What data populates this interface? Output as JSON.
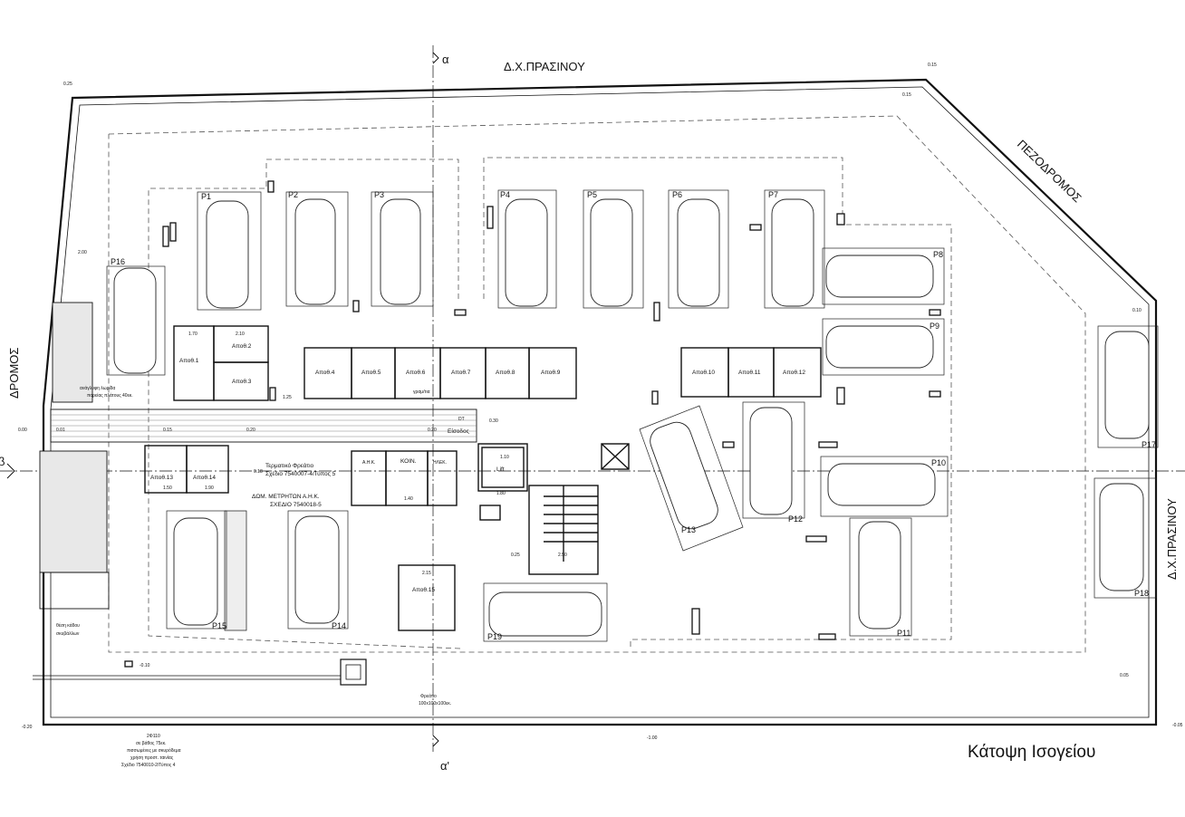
{
  "title": "Κάτοψη Ισογείου",
  "streets": {
    "top": "Δ.Χ.ΠΡΑΣΙΝΟΥ",
    "right": "Δ.Χ.ΠΡΑΣΙΝΟΥ",
    "left": "ΔΡΟΜΟΣ",
    "diagonal": "ΠΕΖΟΔΡΟΜΟΣ"
  },
  "sections": {
    "top": "α",
    "bottom": "α'",
    "left": "β"
  },
  "parking": [
    "P1",
    "P2",
    "P3",
    "P4",
    "P5",
    "P6",
    "P7",
    "P8",
    "P9",
    "P10",
    "P11",
    "P12",
    "P13",
    "P14",
    "P15",
    "P16",
    "P17",
    "P18",
    "P19"
  ],
  "storage": [
    "Αποθ.1",
    "Αποθ.2",
    "Αποθ.3",
    "Αποθ.4",
    "Αποθ.5",
    "Αποθ.6",
    "Αποθ.7",
    "Αποθ.8",
    "Αποθ.9",
    "Αποθ.10",
    "Αποθ.11",
    "Αποθ.12",
    "Αποθ.13",
    "Αποθ.14",
    "Αποθ.15"
  ],
  "rooms": {
    "ahk": "Α.Η.Κ.",
    "koin": "ΚΟΙΝ.",
    "ilek": "ΗΛΕΚ.",
    "lift": "Lift",
    "entrance": "Είσοδος",
    "dt": "DT",
    "mailbox": "γραμ/τια"
  },
  "levels": {
    "tl": "0.25",
    "t1": "0.15",
    "t2": "0.15",
    "r1": "0.10",
    "l1": "0.00",
    "l2": "0.01",
    "l3": "0.15",
    "l4": "0.20",
    "l5": "0.20",
    "e1": "0.30",
    "m1": "0.18",
    "b1": "-0.10",
    "bl": "-0.20",
    "bm": "-1.00",
    "br": "0.05",
    "brr": "-0.05"
  },
  "notes": {
    "planter1": "ανάγλυφη λωρίδα",
    "planter2": "πορείας πλάτους 40εκ.",
    "term1": "Τερματικό Φρεάτιο",
    "term2": "Σχέδιο 7540007-4/Τύπος 5",
    "meter1": "ΔΩΜ. ΜΕΤΡΗΤΩΝ Α.Η.Κ.",
    "meter2": "ΣΧΕΔΙΟ 7540018-5",
    "bin1": "θέση κάδου",
    "bin2": "σκυβάλλων",
    "pit1": "Φρεάτιο",
    "pit2": "100x100x100εκ.",
    "pipe1": "2Φ110",
    "pipe2": "σε βάθος 75εκ.",
    "pipe3": "πισσωμένες με σκυρόδεμα",
    "pipe4": "χρήση προστ. ταινίας",
    "pipe5": "Σχέδιο 7540010-2/Τύπος 4"
  },
  "dims": {
    "d1": "1.70",
    "d2": "2.10",
    "d3": "1.90",
    "d4": "1.40",
    "d5": "2.50",
    "d6": "1.25",
    "d7": "2.00",
    "d8": "0.25",
    "d9": "1.80",
    "d10": "1.10",
    "d11": "2.15",
    "d12": "1.50"
  }
}
